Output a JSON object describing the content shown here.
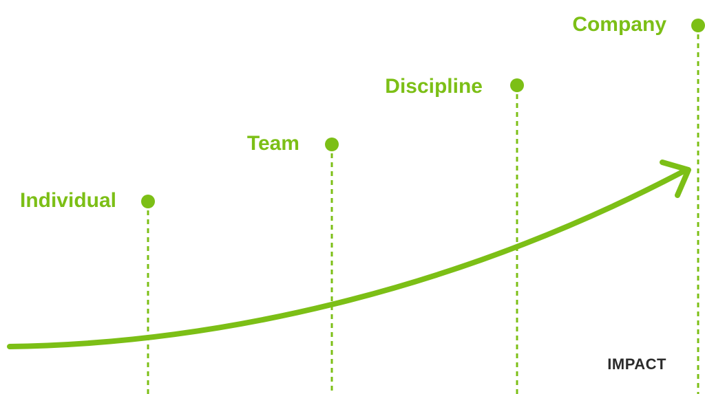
{
  "colors": {
    "accent": "#7cbf16",
    "text_dark": "#2b2b2b",
    "background": "#ffffff"
  },
  "stages": [
    {
      "id": "individual",
      "label": "Individual"
    },
    {
      "id": "team",
      "label": "Team"
    },
    {
      "id": "discipline",
      "label": "Discipline"
    },
    {
      "id": "company",
      "label": "Company"
    }
  ],
  "axis_label": "IMPACT"
}
